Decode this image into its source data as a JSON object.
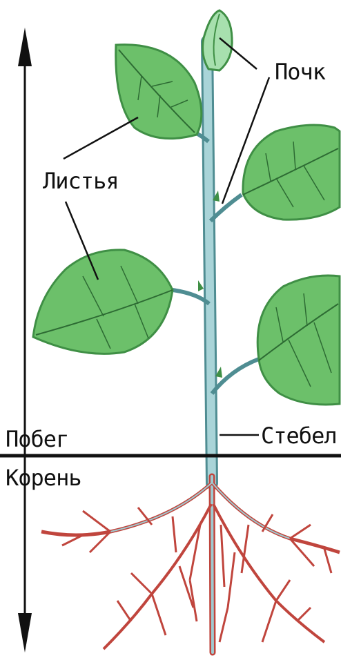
{
  "labels": {
    "bud": "Почк",
    "leaves": "Листья",
    "shoot": "Побег",
    "stem": "Стебел",
    "root": "Корень"
  },
  "colors": {
    "leaf_fill": "#6cc06a",
    "leaf_dark": "#3f8f45",
    "leaf_vein": "#2d6b33",
    "stem": "#a9d4d8",
    "stem_edge": "#4f8d92",
    "root": "#c0453d",
    "root_core": "#9fcad0",
    "line": "#111111"
  }
}
